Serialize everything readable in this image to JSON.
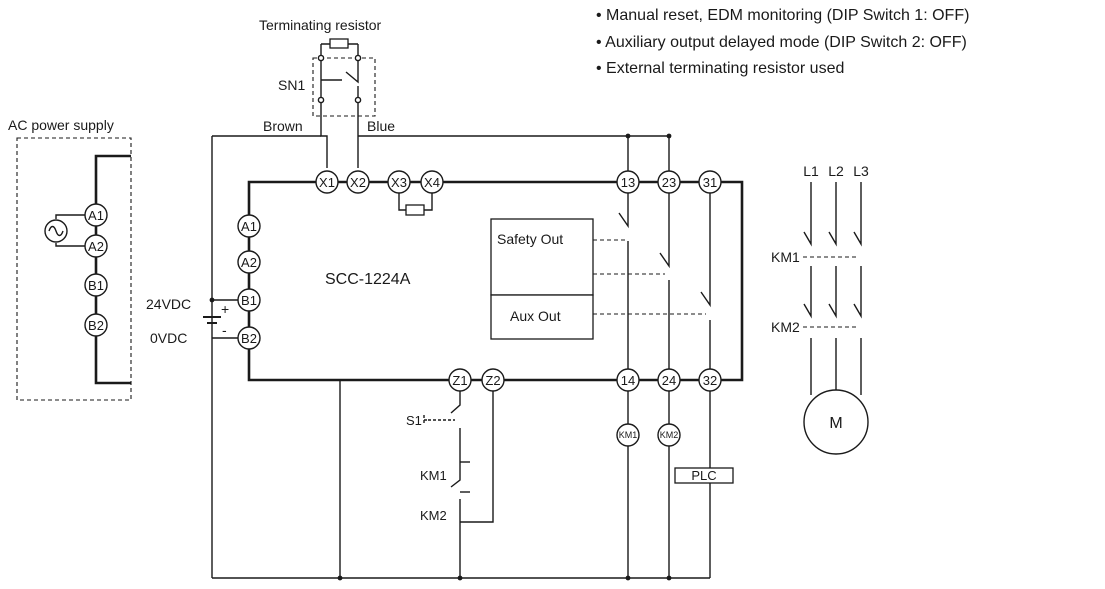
{
  "notes": [
    "• Manual reset, EDM monitoring (DIP Switch 1: OFF)",
    "• Auxiliary output delayed mode (DIP Switch 2: OFF)",
    "• External terminating resistor used"
  ],
  "labels": {
    "terminating_resistor": "Terminating resistor",
    "sn1": "SN1",
    "brown": "Brown",
    "blue": "Blue",
    "ac_power_supply": "AC power supply",
    "vdc24": "24VDC",
    "vdc0": "0VDC",
    "plus": "+",
    "minus": "-",
    "device_name": "SCC-1224A",
    "safety_out": "Safety Out",
    "aux_out": "Aux Out",
    "s1": "S1",
    "km1": "KM1",
    "km2": "KM2",
    "plc": "PLC",
    "motor": "M",
    "km1_right": "KM1",
    "km2_right": "KM2"
  },
  "ac_terminals": [
    "A1",
    "A2",
    "B1",
    "B2"
  ],
  "left_terminals": [
    "A1",
    "A2",
    "B1",
    "B2"
  ],
  "top_terminals": [
    "X1",
    "X2",
    "X3",
    "X4"
  ],
  "right_top_terminals": [
    "13",
    "23",
    "31"
  ],
  "bottom_terminals": [
    "Z1",
    "Z2"
  ],
  "right_bottom_terminals": [
    "14",
    "24",
    "32"
  ],
  "coils": [
    "KM1",
    "KM2"
  ],
  "phases": [
    "L1",
    "L2",
    "L3"
  ],
  "colors": {
    "line": "#1a1a1a",
    "background": "#ffffff"
  }
}
